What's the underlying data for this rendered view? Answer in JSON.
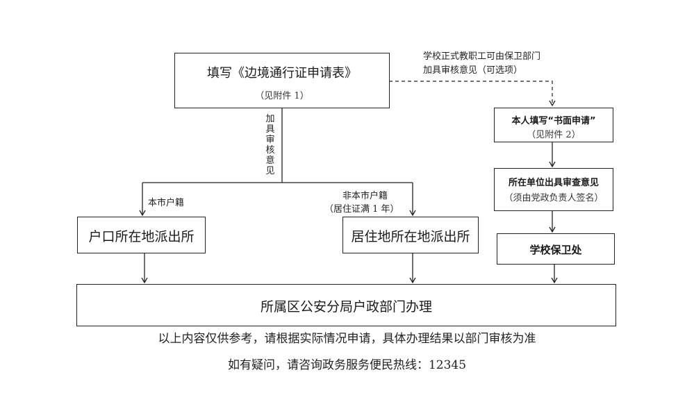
{
  "top_box": {
    "title": "填写《边境通行证申请表》",
    "note": "（见附件 1）"
  },
  "side_note": {
    "line1": "学校正式教职工可由保卫部门",
    "line2": "加具审核意见（可选项）"
  },
  "review_label": "加具审核意见",
  "local_label": "本市户籍",
  "nonlocal_label": {
    "line1": "非本市户籍",
    "line2": "（居住证满 1 年）"
  },
  "box_hukou": "户口所在地派出所",
  "box_residence": "居住地所在地派出所",
  "box_written": {
    "title": "本人填写“书面申请”",
    "note": "（见附件 2）"
  },
  "box_unit": {
    "title": "所在单位出具审查意见",
    "note": "（须由党政负责人签名）"
  },
  "box_security": "学校保卫处",
  "box_final": "所属区公安分局户政部门办理",
  "footer": {
    "line1": "以上内容仅供参考，请根据实际情况申请，具体办理结果以部门审核为准",
    "line2": "如有疑问，请咨询政务服务便民热线：12345"
  },
  "colors": {
    "line": "#222222",
    "text": "#1a1a1a"
  }
}
